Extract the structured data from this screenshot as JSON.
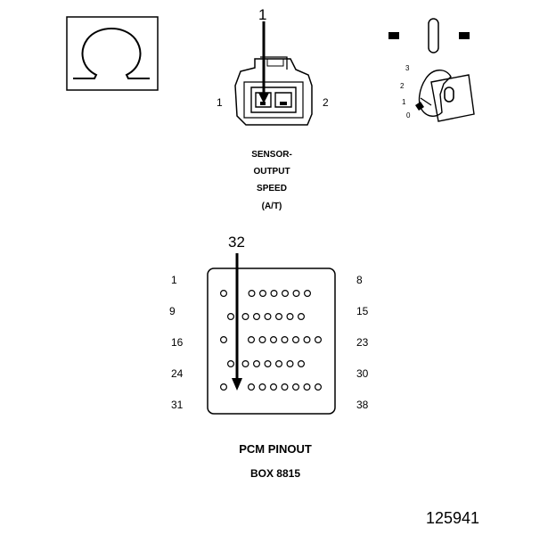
{
  "ohmmeter": {
    "symbol": "Ω"
  },
  "sensor": {
    "pointer_label": "1",
    "pin_left": "1",
    "pin_right": "2",
    "caption_lines": [
      "SENSOR-",
      "OUTPUT",
      "SPEED",
      "(A/T)"
    ]
  },
  "ignition": {
    "positions": [
      "3",
      "2",
      "1",
      "0"
    ]
  },
  "pcm": {
    "pointer_label": "32",
    "left_pins": [
      "1",
      "9",
      "16",
      "24",
      "31"
    ],
    "right_pins": [
      "8",
      "15",
      "23",
      "30",
      "38"
    ],
    "title": "PCM PINOUT",
    "subtitle": "BOX 8815",
    "row_hole_counts": [
      7,
      7,
      8,
      7,
      8
    ],
    "row_has_c_notch": [
      false,
      true,
      false,
      true,
      false
    ]
  },
  "figure_number": "125941"
}
